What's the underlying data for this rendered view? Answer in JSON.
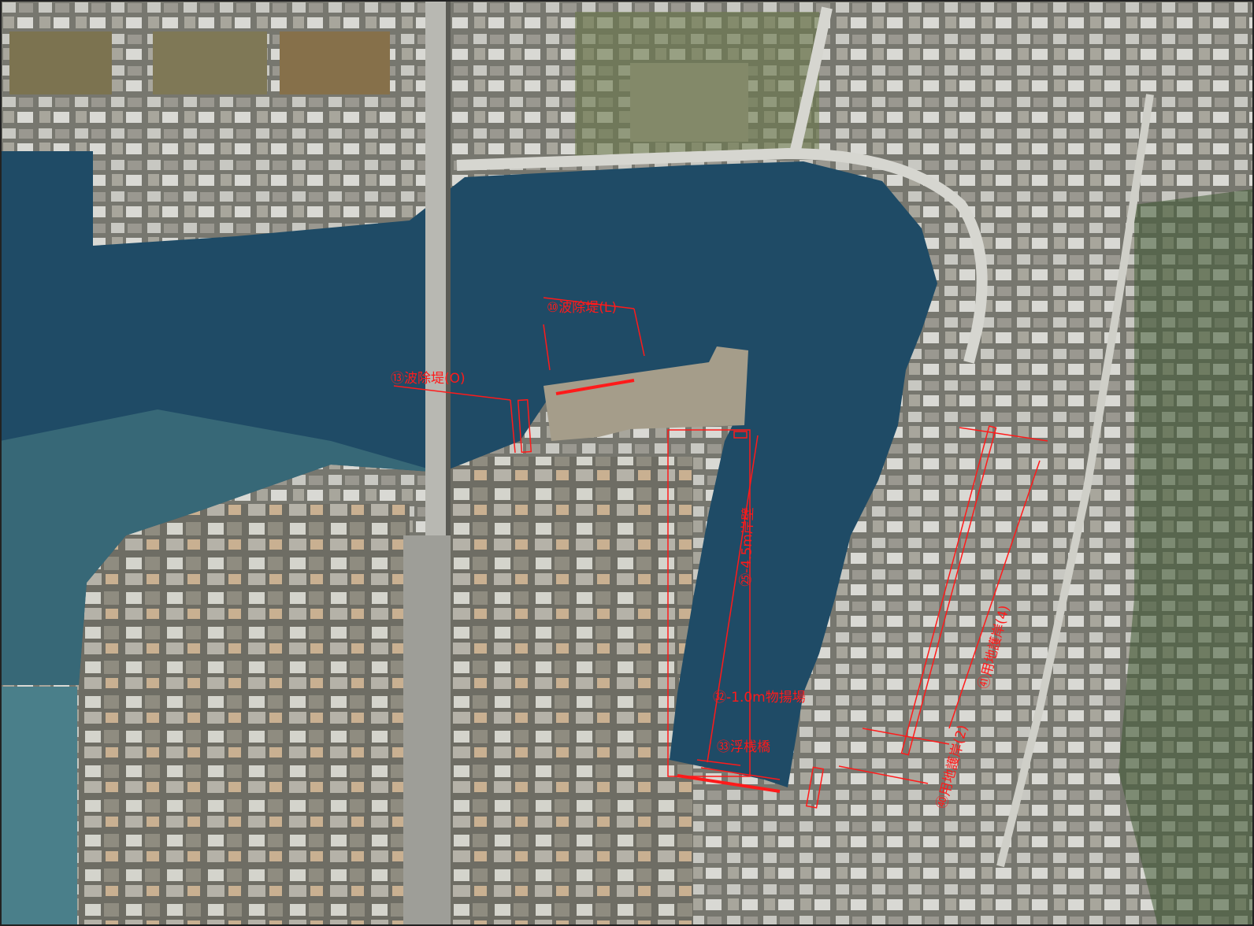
{
  "colors": {
    "annotation": "#ff1a1a",
    "water": "#1f4b66",
    "land": "#8a8a80"
  },
  "labels": {
    "l10": "⑩波除堤(L)",
    "l13": "⑬波除堤(O)",
    "l25": "㉕-4.5m岸壁",
    "l32": "㉜-1.0m物揚場",
    "l33": "㉝浮桟橋",
    "l40": "㊵用地護岸(2)",
    "l41": "㊶用地護岸(4)"
  }
}
